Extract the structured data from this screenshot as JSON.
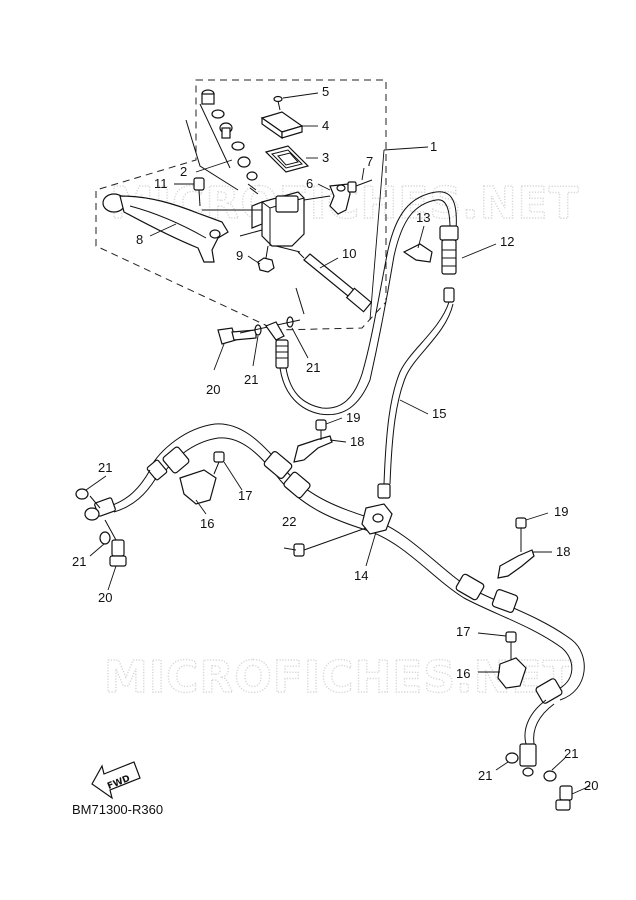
{
  "diagram_code": "BM71300-R360",
  "fwd_label": "FWD",
  "watermark": "MICROFICHES.NET",
  "callouts": [
    {
      "id": "c1",
      "label": "1"
    },
    {
      "id": "c2",
      "label": "2"
    },
    {
      "id": "c3",
      "label": "3"
    },
    {
      "id": "c4",
      "label": "4"
    },
    {
      "id": "c5",
      "label": "5"
    },
    {
      "id": "c6",
      "label": "6"
    },
    {
      "id": "c7",
      "label": "7"
    },
    {
      "id": "c8",
      "label": "8"
    },
    {
      "id": "c9",
      "label": "9"
    },
    {
      "id": "c10",
      "label": "10"
    },
    {
      "id": "c11",
      "label": "11"
    },
    {
      "id": "c12",
      "label": "12"
    },
    {
      "id": "c13",
      "label": "13"
    },
    {
      "id": "c14",
      "label": "14"
    },
    {
      "id": "c15",
      "label": "15"
    },
    {
      "id": "c16a",
      "label": "16"
    },
    {
      "id": "c16b",
      "label": "16"
    },
    {
      "id": "c17a",
      "label": "17"
    },
    {
      "id": "c17b",
      "label": "17"
    },
    {
      "id": "c18a",
      "label": "18"
    },
    {
      "id": "c18b",
      "label": "18"
    },
    {
      "id": "c19a",
      "label": "19"
    },
    {
      "id": "c19b",
      "label": "19"
    },
    {
      "id": "c20a",
      "label": "20"
    },
    {
      "id": "c20b",
      "label": "20"
    },
    {
      "id": "c20c",
      "label": "20"
    },
    {
      "id": "c21a",
      "label": "21"
    },
    {
      "id": "c21b",
      "label": "21"
    },
    {
      "id": "c21c",
      "label": "21"
    },
    {
      "id": "c21d",
      "label": "21"
    },
    {
      "id": "c21e",
      "label": "21"
    },
    {
      "id": "c21f",
      "label": "21"
    },
    {
      "id": "c22",
      "label": "22"
    }
  ]
}
